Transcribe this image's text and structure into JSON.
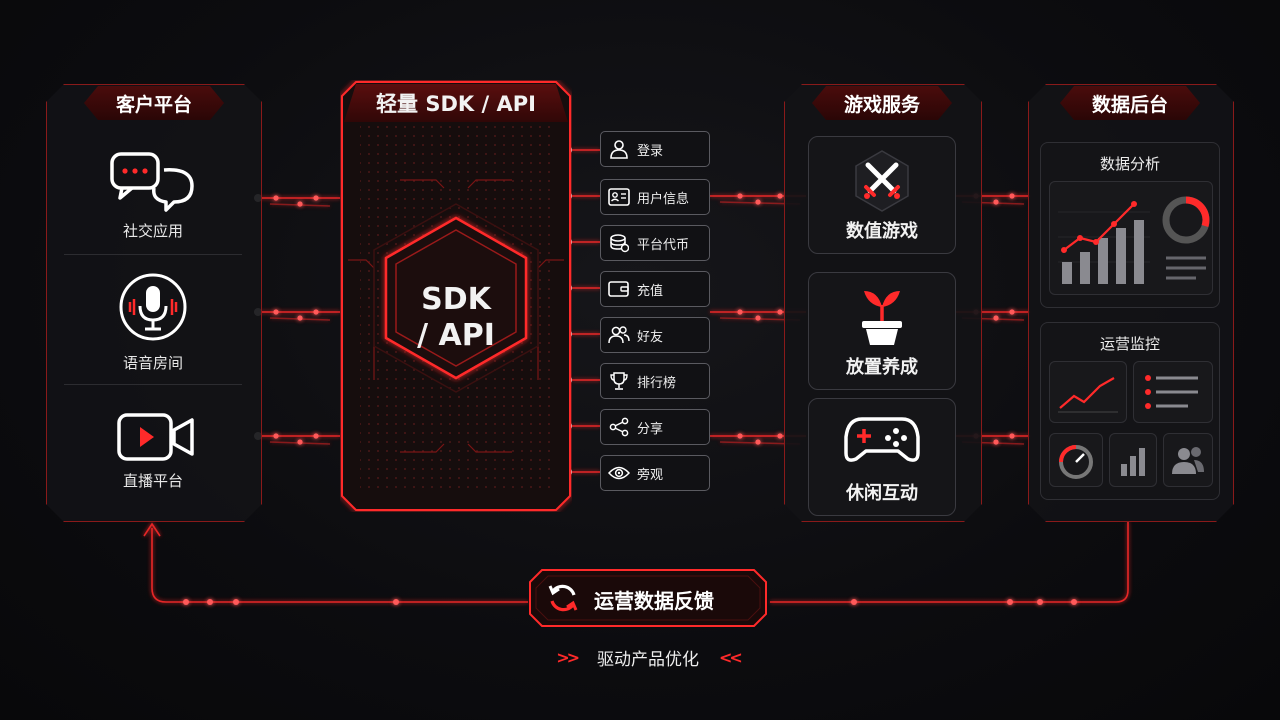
{
  "client": {
    "title": "客户平台",
    "items": [
      {
        "label": "社交应用",
        "icon": "chat-icon"
      },
      {
        "label": "语音房间",
        "icon": "microphone-icon"
      },
      {
        "label": "直播平台",
        "icon": "video-camera-icon"
      }
    ]
  },
  "sdk": {
    "title": "轻量 SDK / API",
    "center_line1": "SDK",
    "center_line2": "/ API"
  },
  "features": [
    {
      "label": "登录",
      "icon": "user-icon"
    },
    {
      "label": "用户信息",
      "icon": "id-card-icon"
    },
    {
      "label": "平台代币",
      "icon": "coins-icon"
    },
    {
      "label": "充值",
      "icon": "wallet-icon"
    },
    {
      "label": "好友",
      "icon": "friends-icon"
    },
    {
      "label": "排行榜",
      "icon": "trophy-icon"
    },
    {
      "label": "分享",
      "icon": "share-icon"
    },
    {
      "label": "旁观",
      "icon": "eye-icon"
    }
  ],
  "games": {
    "title": "游戏服务",
    "items": [
      {
        "label": "数值游戏",
        "icon": "crossed-swords-icon"
      },
      {
        "label": "放置养成",
        "icon": "sprout-pot-icon"
      },
      {
        "label": "休闲互动",
        "icon": "gamepad-icon"
      }
    ]
  },
  "backend": {
    "title": "数据后台",
    "analysis_title": "数据分析",
    "monitor_title": "运营监控"
  },
  "feedback": {
    "label": "运营数据反馈",
    "sub": "驱动产品优化"
  },
  "colors": {
    "accent": "#ff2a2a",
    "dark_red": "#8a1a1a",
    "panel": "#121216"
  }
}
